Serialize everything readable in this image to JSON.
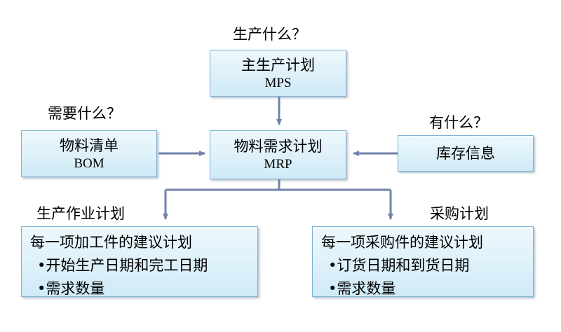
{
  "labels": {
    "what_produce": "生产什么？",
    "what_need": "需要什么？",
    "what_have": "有什么？",
    "production_plan": "生产作业计划",
    "purchase_plan": "采购计划"
  },
  "mps": {
    "title": "主生产计划",
    "code": "MPS"
  },
  "bom": {
    "title": "物料清单",
    "code": "BOM"
  },
  "mrp": {
    "title": "物料需求计划",
    "code": "MRP"
  },
  "inventory": {
    "title": "库存信息"
  },
  "production_box": {
    "heading": "每一项加工件的建议计划",
    "items": [
      "•开始生产日期和完工日期",
      "•需求数量"
    ]
  },
  "purchase_box": {
    "heading": "每一项采购件的建议计划",
    "items": [
      "•订货日期和到货日期",
      "•需求数量"
    ]
  },
  "colors": {
    "box_border": "#7fb2d0",
    "box_fill_top": "#eef8fd",
    "box_fill_bottom": "#cfeaf7",
    "arrow": "#6f82a8"
  }
}
